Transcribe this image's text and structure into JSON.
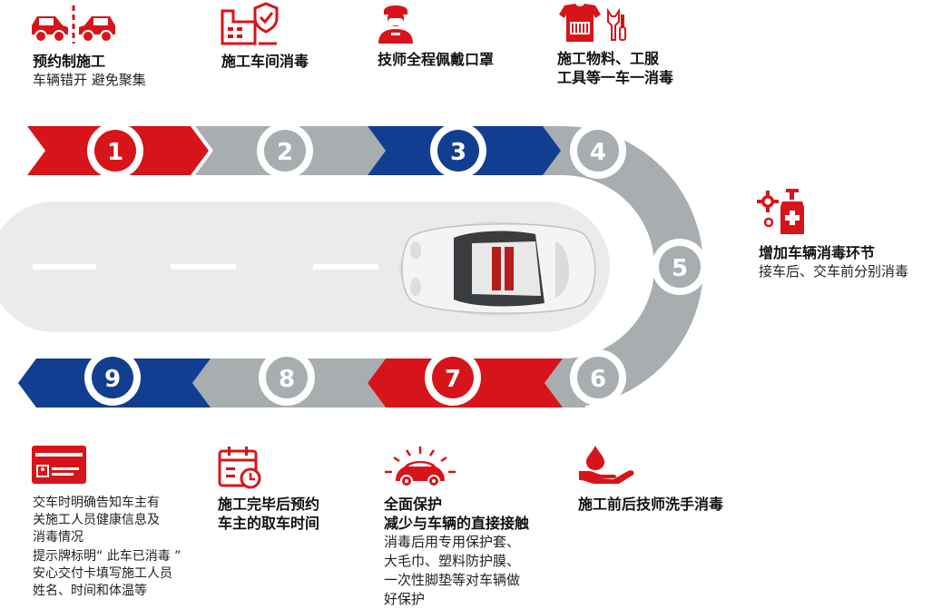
{
  "colors": {
    "red": "#d7141a",
    "blue": "#123e91",
    "gray": "#a8adb0",
    "road": "#e9ebec"
  },
  "icons": {
    "top": [
      "cars-distancing-icon",
      "building-shield-icon",
      "technician-mask-icon",
      "uniform-tools-icon"
    ],
    "right": "disinfectant-gear-icon",
    "bottom": [
      "id-card-icon",
      "calendar-clock-icon",
      "car-protection-icon",
      "hand-drop-icon"
    ]
  },
  "steps": [
    "1",
    "2",
    "3",
    "4",
    "5",
    "6",
    "7",
    "8",
    "9"
  ],
  "top_items": [
    {
      "title": "预约制施工",
      "sub": [
        "车辆错开 避免聚集"
      ]
    },
    {
      "title": "施工车间消毒",
      "sub": []
    },
    {
      "title": "技师全程佩戴口罩",
      "sub": []
    },
    {
      "title": "施工物料、工服",
      "title2": "工具等一车一消毒",
      "sub": []
    }
  ],
  "right_item": {
    "title": "增加车辆消毒环节",
    "sub": "接车后、交车前分别消毒"
  },
  "bottom_items": [
    {
      "lines": [
        "交车时明确告知车主有",
        "关施工人员健康信息及",
        "消毒情况",
        "提示牌标明“ 此车已消毒 ”",
        "安心交付卡填写施工人员",
        "姓名、时间和体温等"
      ]
    },
    {
      "title": "施工完毕后预约",
      "title2": "车主的取车时间"
    },
    {
      "title": "全面保护",
      "title2": "减少与车辆的直接接触",
      "lines": [
        "消毒后用专用保护套、",
        "大毛巾、塑料防护膜、",
        "一次性脚垫等对车辆做",
        "好保护"
      ]
    },
    {
      "title": "施工前后技师洗手消毒"
    }
  ]
}
